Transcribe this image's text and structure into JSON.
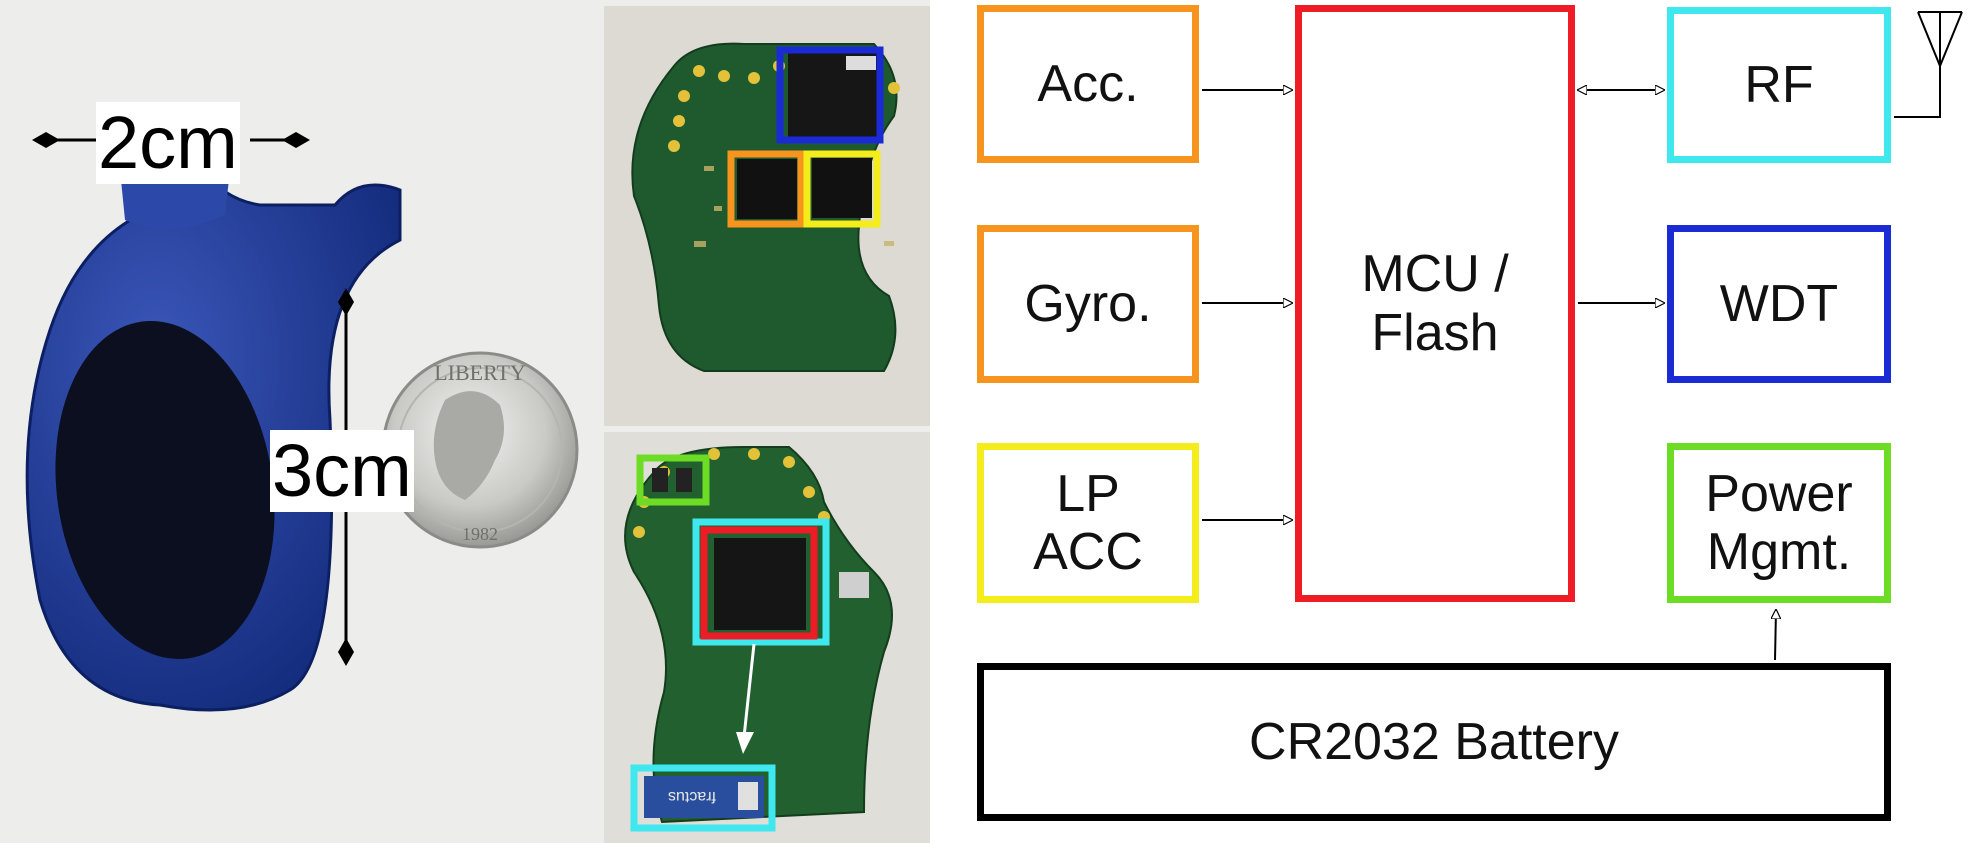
{
  "photo": {
    "width_label": "2cm",
    "height_label": "3cm",
    "antenna_text": "fractus",
    "coin_text": "LIBERTY",
    "coin_year": "1982"
  },
  "blocks": {
    "acc": "Acc.",
    "gyro": "Gyro.",
    "lp_acc": "LP\nACC",
    "mcu": "MCU /\nFlash",
    "rf": "RF",
    "wdt": "WDT",
    "power": "Power\nMgmt.",
    "battery": "CR2032 Battery"
  },
  "colors": {
    "acc": "#f7941d",
    "gyro": "#f7941d",
    "lp_acc": "#f4ec1b",
    "mcu": "#ee1c24",
    "rf": "#3fe7ef",
    "wdt": "#1a2bd6",
    "power": "#6ddc24",
    "battery": "#000000"
  }
}
